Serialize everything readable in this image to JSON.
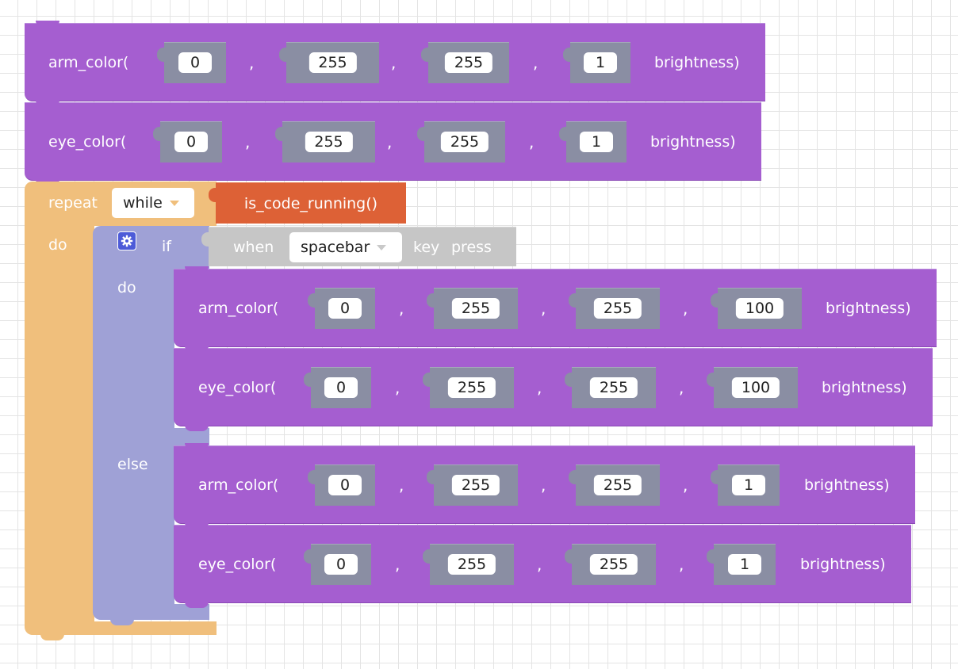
{
  "top_blocks": [
    {
      "label": "arm_color(",
      "values": [
        "0",
        "255",
        "255",
        "1"
      ],
      "separator": ",",
      "tail": "brightness)"
    },
    {
      "label": "eye_color(",
      "values": [
        "0",
        "255",
        "255",
        "1"
      ],
      "separator": ",",
      "tail": "brightness)"
    }
  ],
  "repeat": {
    "keyword": "repeat",
    "mode": "while",
    "condition": "is_code_running()",
    "do_label": "do"
  },
  "if_block": {
    "keyword": "if",
    "do_label": "do",
    "else_label": "else",
    "condition": {
      "prefix": "when",
      "key": "spacebar",
      "word_key": "key",
      "word_press": "press"
    },
    "do_blocks": [
      {
        "label": "arm_color(",
        "values": [
          "0",
          "255",
          "255",
          "100"
        ],
        "separator": ",",
        "tail": "brightness)"
      },
      {
        "label": "eye_color(",
        "values": [
          "0",
          "255",
          "255",
          "100"
        ],
        "separator": ",",
        "tail": "brightness)"
      }
    ],
    "else_blocks": [
      {
        "label": "arm_color(",
        "values": [
          "0",
          "255",
          "255",
          "1"
        ],
        "separator": ",",
        "tail": "brightness)"
      },
      {
        "label": "eye_color(",
        "values": [
          "0",
          "255",
          "255",
          "1"
        ],
        "separator": ",",
        "tail": "brightness)"
      }
    ]
  },
  "colors": {
    "workspace_bg": "#ffffff",
    "grid_line": "#e4e4e4",
    "color_block": "#a55ed0",
    "value_slot": "#8a8ea3",
    "repeat_block": "#f0bf7c",
    "condition_block": "#dd6136",
    "if_block": "#9fa1d6",
    "key_block": "#c6c6c6",
    "mutator_icon": "#4d5bd8"
  },
  "icons": {
    "mutator": "gear-icon",
    "dropdown": "chevron-down-icon"
  }
}
